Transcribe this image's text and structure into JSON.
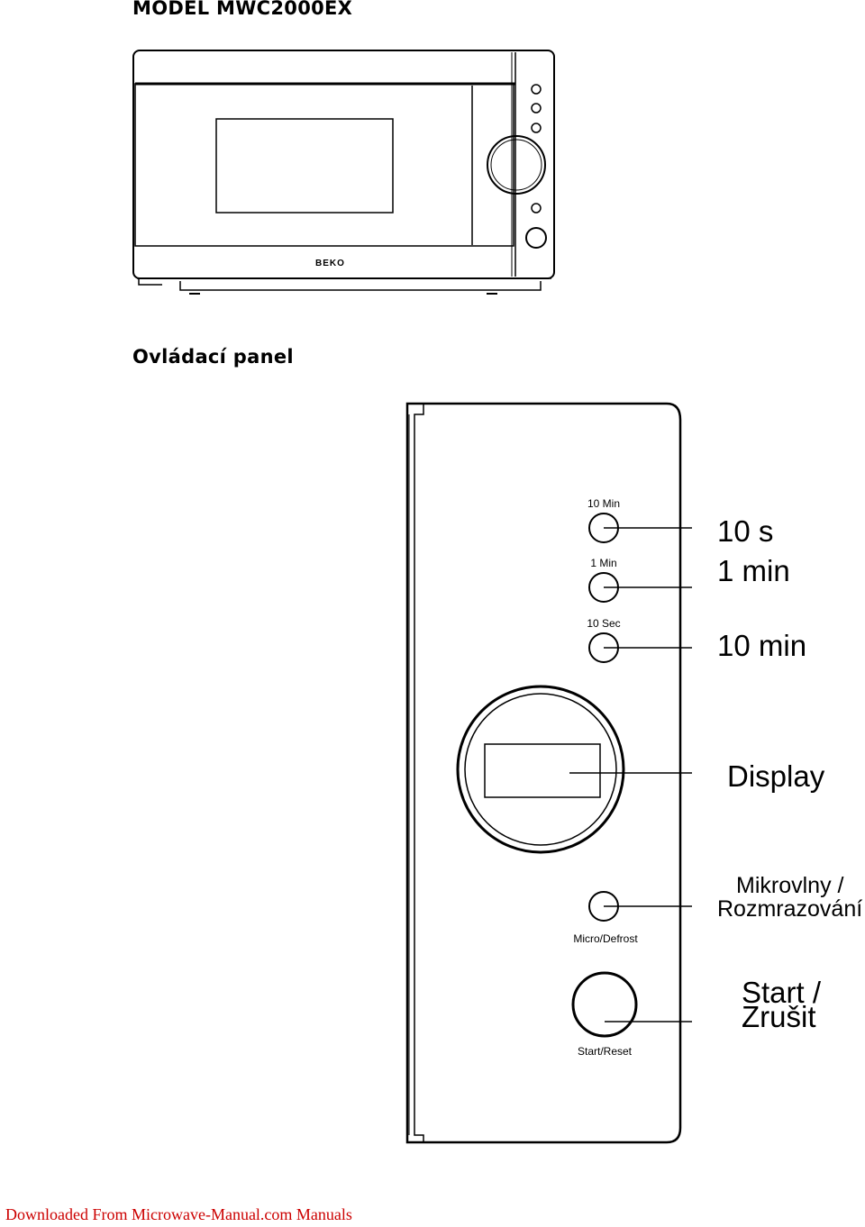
{
  "model_title": "MODEL MWC2000EX",
  "brand_logo": "BEKO",
  "panel_title": "Ovládací panel",
  "panel": {
    "button_10min_label": "10 Min",
    "button_1min_label": "1 Min",
    "button_10sec_label": "10 Sec",
    "micro_defrost_label": "Micro/Defrost",
    "start_reset_label": "Start/Reset"
  },
  "callouts": {
    "c1": "10 s",
    "c2": "1 min",
    "c3": "10 min",
    "display": "Display",
    "micro_line1": "Mikrovlny /",
    "micro_line2": "Rozmrazování",
    "start_line1": "Start /",
    "start_line2": "Zrušit"
  },
  "footer": "Downloaded From Microwave-Manual.com Manuals",
  "colors": {
    "line": "#000000",
    "footer_link": "#cc0000"
  }
}
